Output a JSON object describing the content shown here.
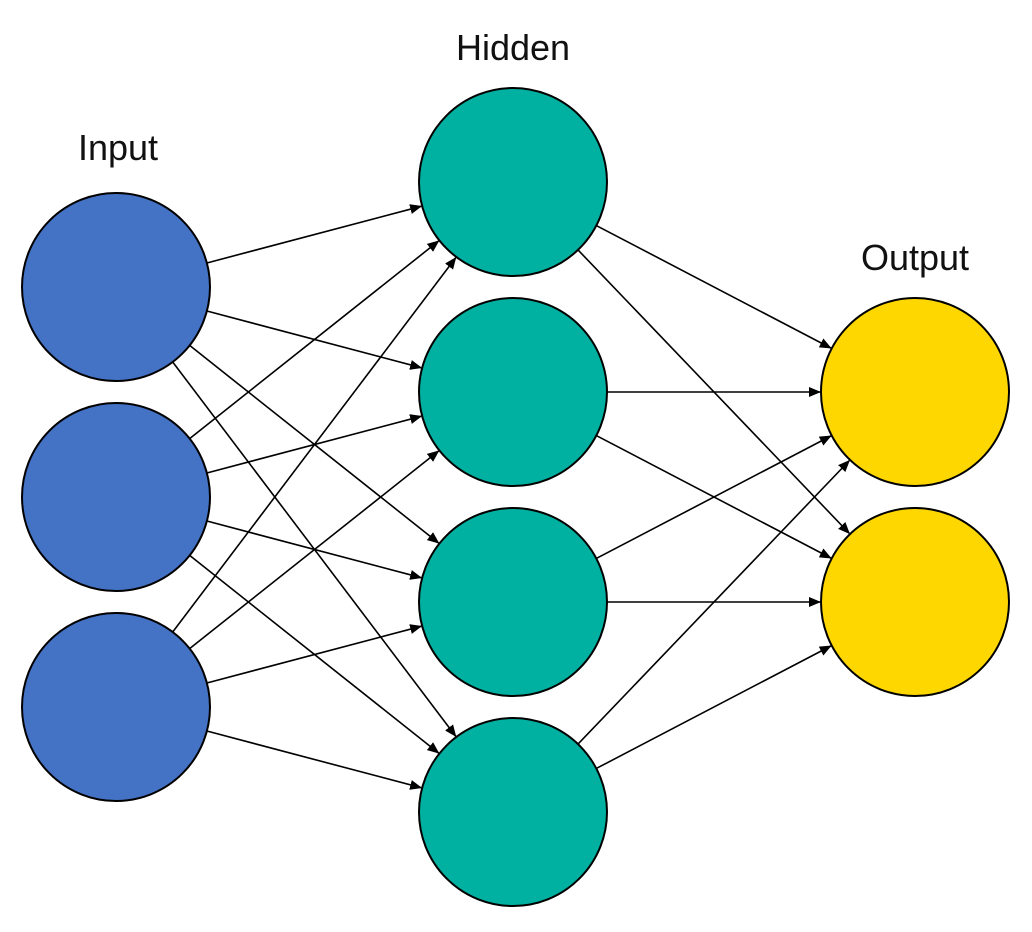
{
  "layers": [
    {
      "key": "input",
      "label": "Input",
      "node_count": 3,
      "color": "#4472C4"
    },
    {
      "key": "hidden",
      "label": "Hidden",
      "node_count": 4,
      "color": "#00B0A0"
    },
    {
      "key": "output",
      "label": "Output",
      "node_count": 2,
      "color": "#FFD700"
    }
  ],
  "connections": "fully-connected",
  "edge_style": "arrow"
}
